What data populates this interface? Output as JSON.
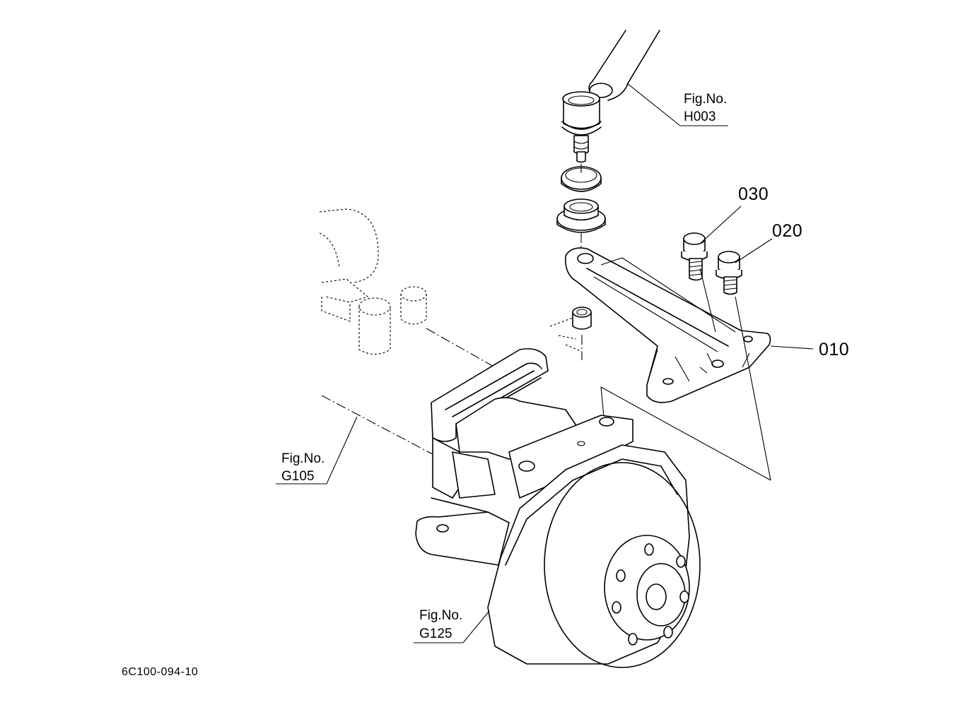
{
  "references": [
    {
      "id": "h003",
      "line1": "Fig.No.",
      "line2": "H003"
    },
    {
      "id": "g105",
      "line1": "Fig.No.",
      "line2": "G105"
    },
    {
      "id": "g125",
      "line1": "Fig.No.",
      "line2": "G125"
    }
  ],
  "parts": {
    "p010": "010",
    "p020": "020",
    "p030": "030"
  },
  "drawing_code": "6C100-094-10"
}
